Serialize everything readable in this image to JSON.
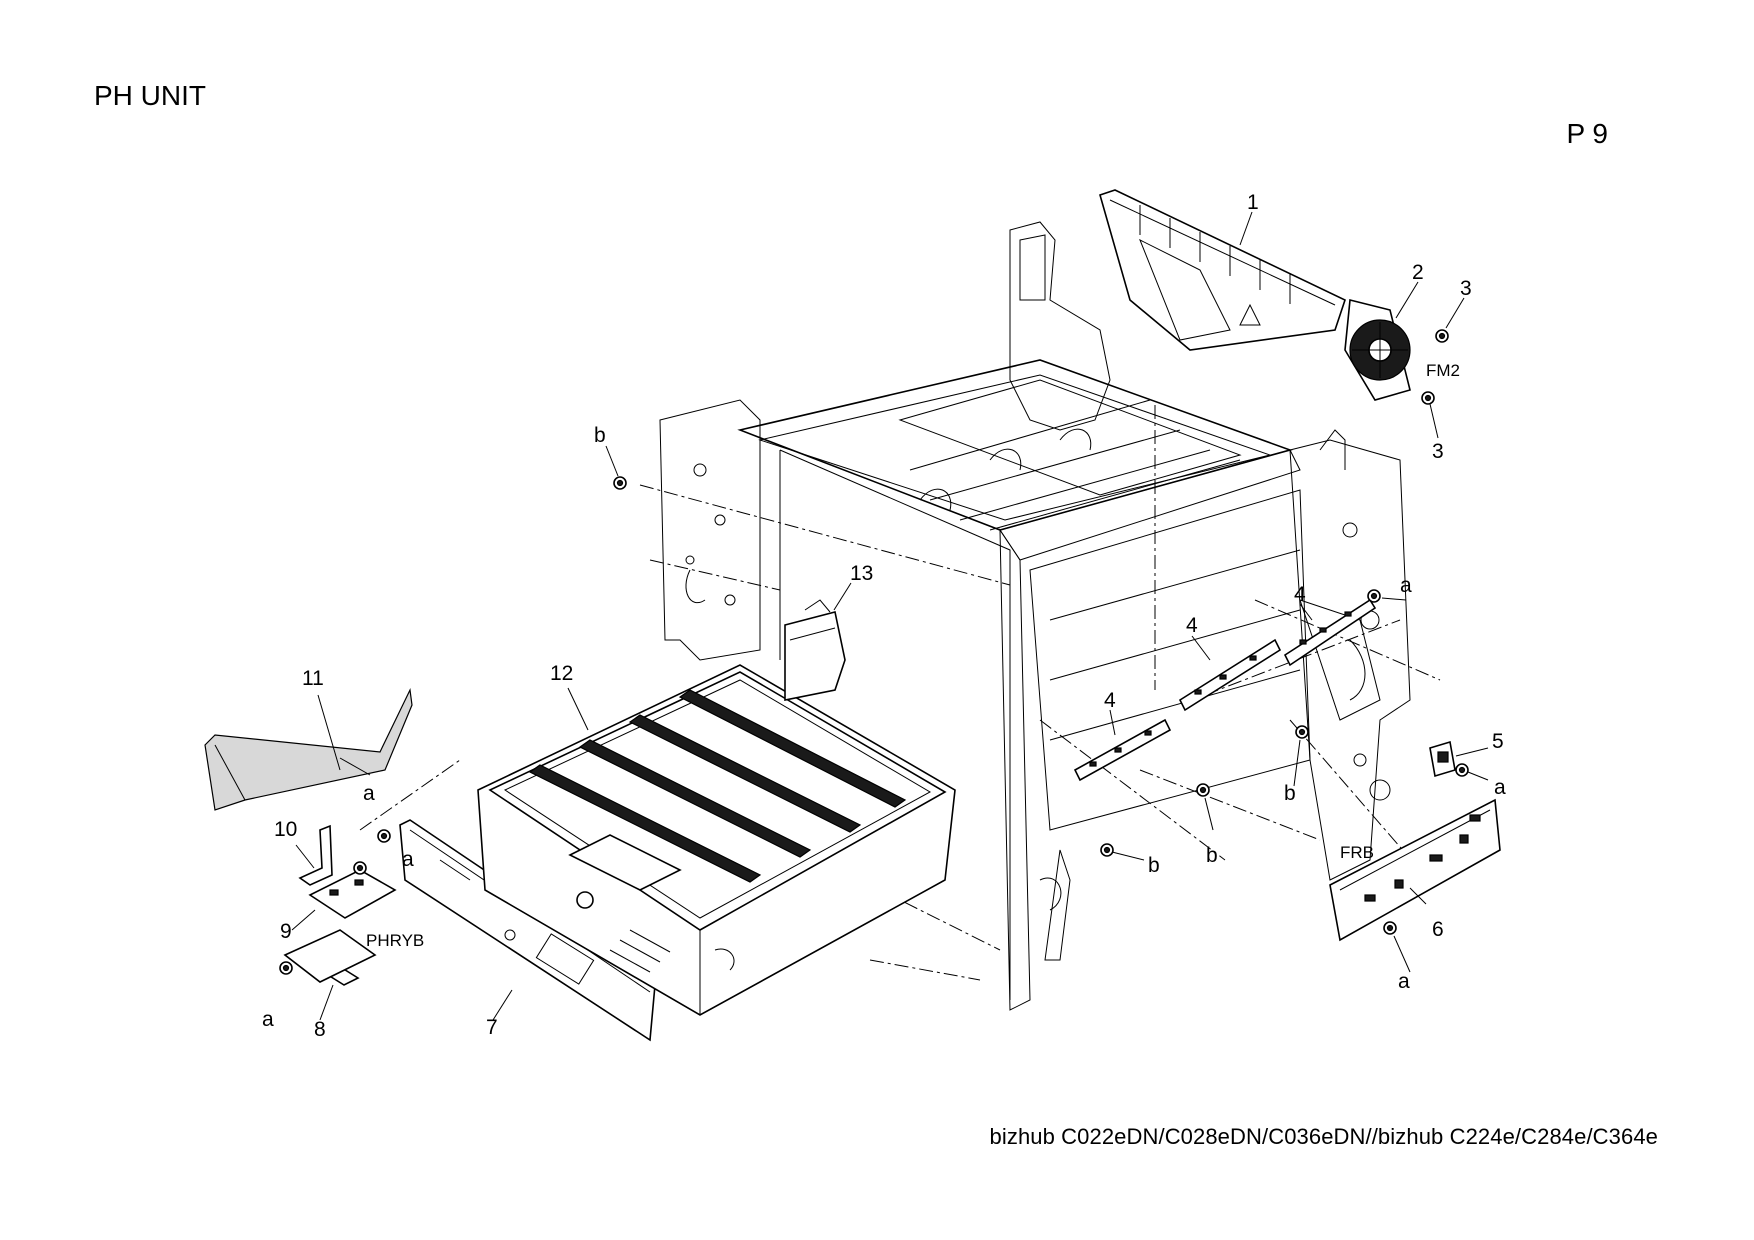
{
  "header": {
    "title": "PH UNIT",
    "page": "P 9"
  },
  "footer": {
    "models": "bizhub C022eDN/C028eDN/C036eDN//bizhub C224e/C284e/C364e"
  },
  "callouts": {
    "c1": "1",
    "c2": "2",
    "c3a": "3",
    "c3b": "3",
    "c4a": "4",
    "c4b": "4",
    "c4c": "4",
    "c5": "5",
    "c6": "6",
    "c7": "7",
    "c8": "8",
    "c9": "9",
    "c10": "10",
    "c11": "11",
    "c12": "12",
    "c13": "13",
    "a1": "a",
    "a2": "a",
    "a3": "a",
    "a4": "a",
    "a5": "a",
    "a6": "a",
    "b1": "b",
    "b2": "b",
    "b3": "b",
    "b4": "b"
  },
  "board_labels": {
    "fm2": "FM2",
    "frb": "FRB",
    "phryb": "PHRYB"
  }
}
